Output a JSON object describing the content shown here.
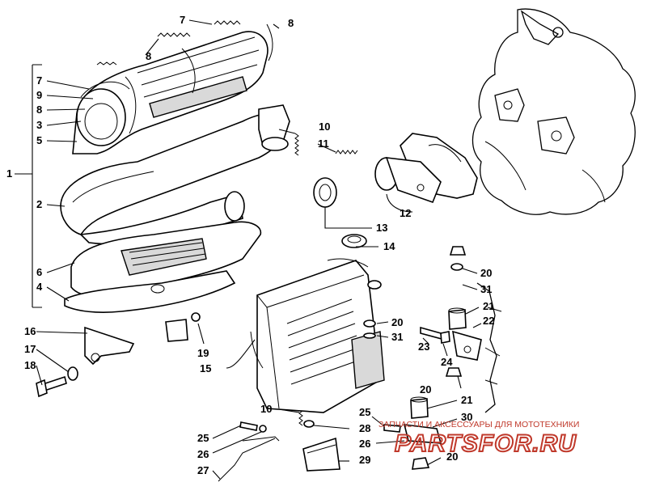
{
  "callouts": {
    "c1": "1",
    "c2": "2",
    "c3": "3",
    "c4": "4",
    "c5": "5",
    "c6": "6",
    "c7a": "7",
    "c7b": "7",
    "c8a": "8",
    "c8b": "8",
    "c8c": "8",
    "c9": "9",
    "c10a": "10",
    "c10b": "10",
    "c11": "11",
    "c12": "12",
    "c13": "13",
    "c14": "14",
    "c15": "15",
    "c16": "16",
    "c17": "17",
    "c18": "18",
    "c19": "19",
    "c20a": "20",
    "c20b": "20",
    "c20c": "20",
    "c20d": "20",
    "c21a": "21",
    "c21b": "21",
    "c22": "22",
    "c23": "23",
    "c24": "24",
    "c25a": "25",
    "c25b": "25",
    "c26a": "26",
    "c26b": "26",
    "c27": "27",
    "c28": "28",
    "c29": "29",
    "c30": "30",
    "c31a": "31",
    "c31b": "31"
  },
  "watermark": {
    "tagline": "ЗАПЧАСТИ И АКСЕССУАРЫ ДЛЯ МОТОТЕХНИКИ",
    "logo": "PARTSFOR.RU",
    "color": "#c0392b"
  }
}
